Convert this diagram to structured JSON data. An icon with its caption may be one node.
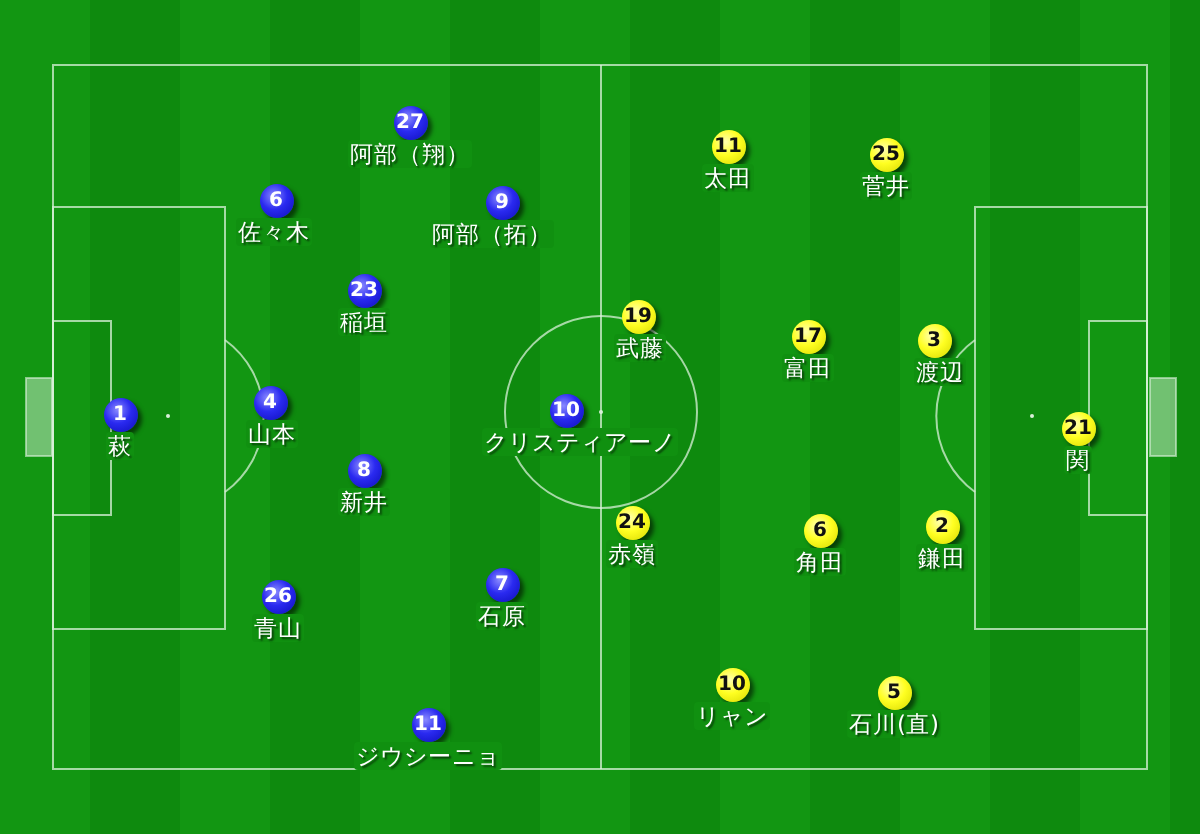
{
  "diagram": {
    "nodes": [
      {
        "text": [
          "27"
        ],
        "beside": [
          "阿部（翔）"
        ]
      },
      {
        "text": [
          "6"
        ],
        "beside": [
          "佐々木"
        ]
      },
      {
        "text": [
          "9"
        ],
        "beside": [
          "阿部（拓）"
        ]
      },
      {
        "text": [
          "23"
        ],
        "beside": [
          "稲垣"
        ]
      },
      {
        "text": [
          "1"
        ],
        "beside": [
          "萩"
        ]
      },
      {
        "text": [
          "4"
        ],
        "beside": [
          "山本"
        ]
      },
      {
        "text": [
          "10"
        ],
        "beside": [
          "クリスティアーノ"
        ]
      },
      {
        "text": [
          "8"
        ],
        "beside": [
          "新井"
        ]
      },
      {
        "text": [
          "26"
        ],
        "beside": [
          "青山"
        ]
      },
      {
        "text": [
          "7"
        ],
        "beside": [
          "石原"
        ]
      },
      {
        "text": [
          "11"
        ],
        "beside": [
          "ジウシーニョ"
        ]
      },
      {
        "text": [
          "11"
        ],
        "beside": [
          "太田"
        ]
      },
      {
        "text": [
          "25"
        ],
        "beside": [
          "菅井"
        ]
      },
      {
        "text": [
          "19"
        ],
        "beside": [
          "武藤"
        ]
      },
      {
        "text": [
          "17"
        ],
        "beside": [
          "富田"
        ]
      },
      {
        "text": [
          "3"
        ],
        "beside": [
          "渡辺"
        ]
      },
      {
        "text": [
          "21"
        ],
        "beside": [
          "関"
        ]
      },
      {
        "text": [
          "24"
        ],
        "beside": [
          "赤嶺"
        ]
      },
      {
        "text": [
          "6"
        ],
        "beside": [
          "角田"
        ]
      },
      {
        "text": [
          "2"
        ],
        "beside": [
          "鎌田"
        ]
      },
      {
        "text": [
          "10"
        ],
        "beside": [
          "リャン"
        ]
      },
      {
        "text": [
          "5"
        ],
        "beside": [
          "石川(直)"
        ]
      }
    ]
  }
}
